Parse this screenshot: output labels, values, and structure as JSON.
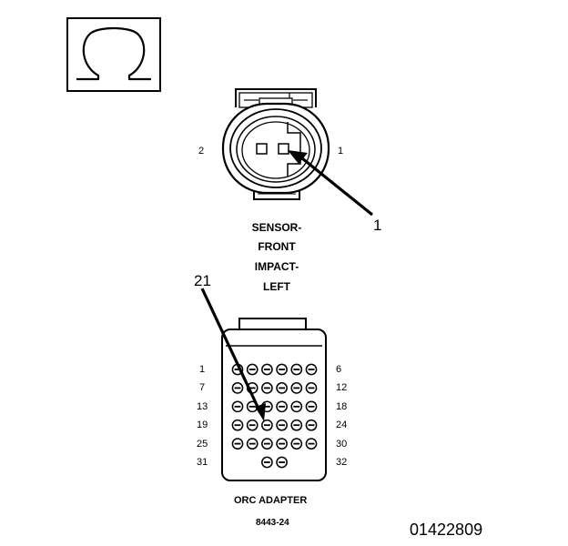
{
  "ohmmeter": {
    "symbol": "Ω"
  },
  "sensor_connector": {
    "pin_left_label": "2",
    "pin_right_label": "1",
    "title_lines": [
      "SENSOR-",
      "FRONT",
      "IMPACT-",
      "LEFT"
    ],
    "callout": "1"
  },
  "orc_adapter": {
    "callout": "21",
    "row_start_labels": [
      "1",
      "7",
      "13",
      "19",
      "25",
      "31"
    ],
    "row_end_labels": [
      "6",
      "12",
      "18",
      "24",
      "30",
      "32"
    ],
    "title": "ORC ADAPTER",
    "part_number": "8443-24"
  },
  "figure_number": "01422809"
}
